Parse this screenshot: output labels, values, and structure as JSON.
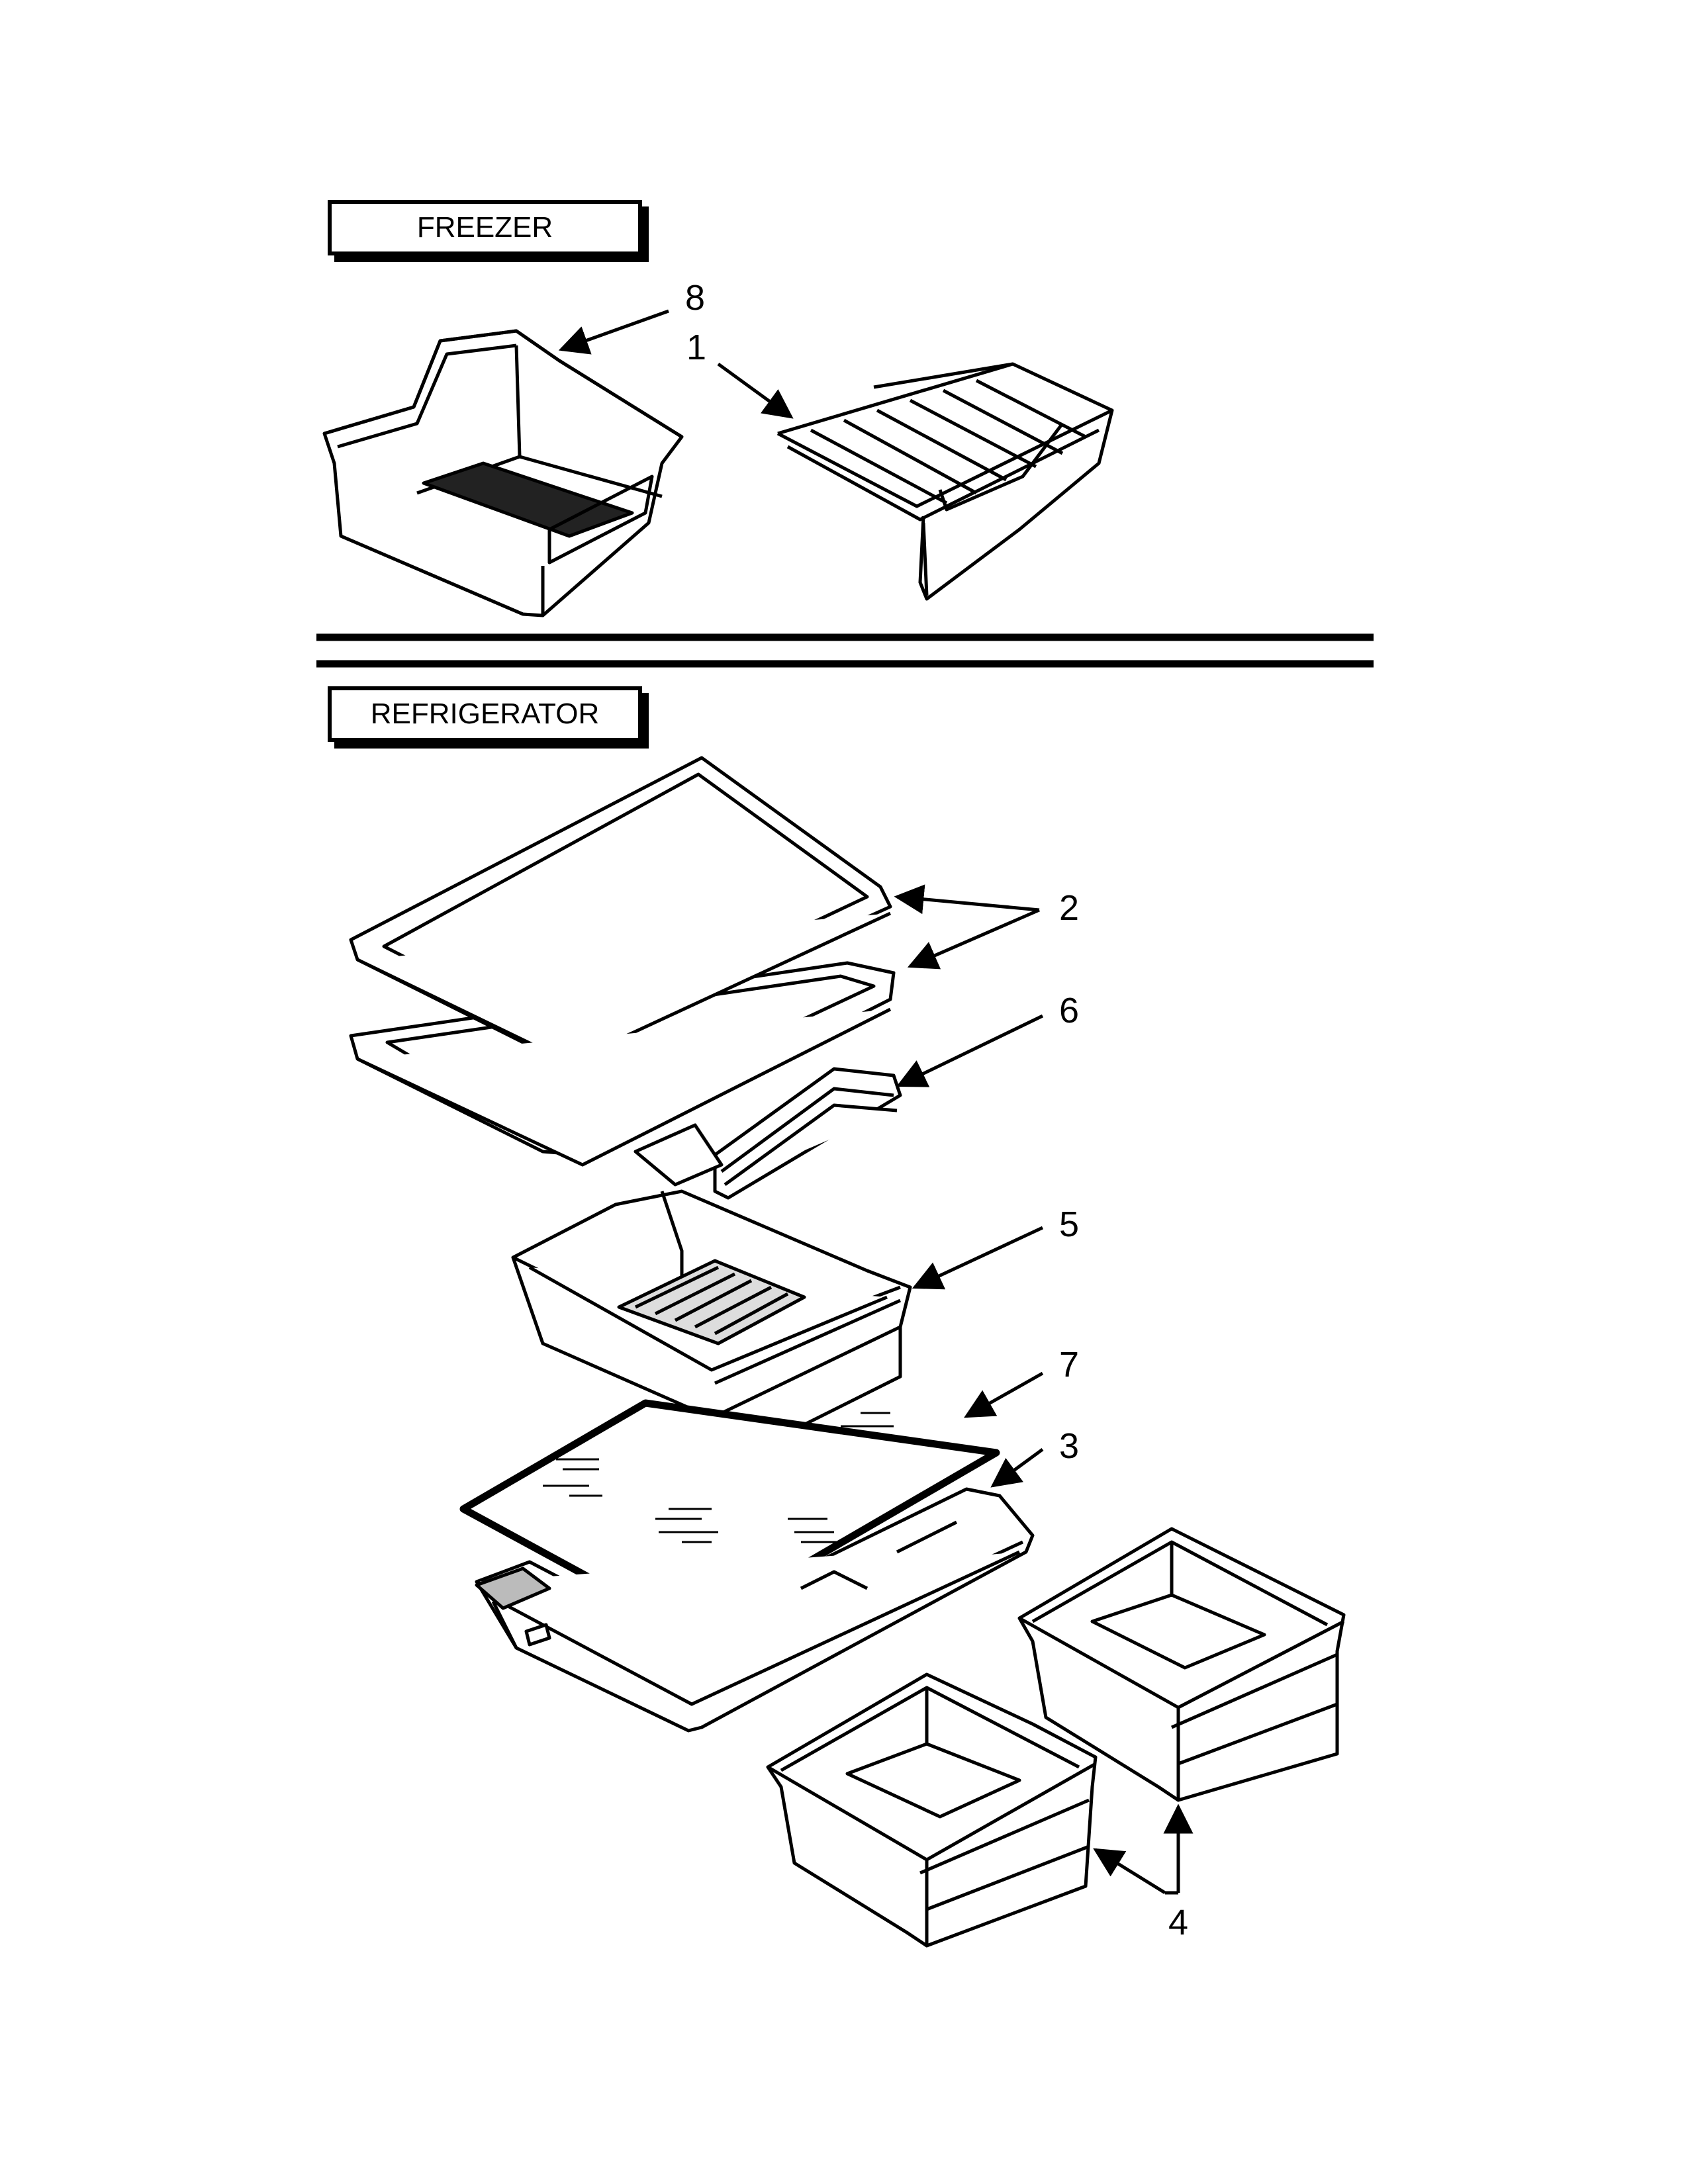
{
  "sections": {
    "freezer": "FREEZER",
    "refrigerator": "REFRIGERATOR"
  },
  "callouts": {
    "c1": "1",
    "c2": "2",
    "c3": "3",
    "c4": "4",
    "c5": "5",
    "c6": "6",
    "c7": "7",
    "c8": "8"
  },
  "parts": [
    {
      "id": "freezer-basket",
      "callout": "8"
    },
    {
      "id": "freezer-wire-shelf",
      "callout": "1"
    },
    {
      "id": "refrigerator-shelves",
      "callout": "2"
    },
    {
      "id": "pan-track",
      "callout": "6"
    },
    {
      "id": "meat-pan",
      "callout": "5"
    },
    {
      "id": "glass-cover",
      "callout": "7"
    },
    {
      "id": "crisper-frame",
      "callout": "3"
    },
    {
      "id": "crisper-drawers",
      "callout": "4"
    }
  ]
}
